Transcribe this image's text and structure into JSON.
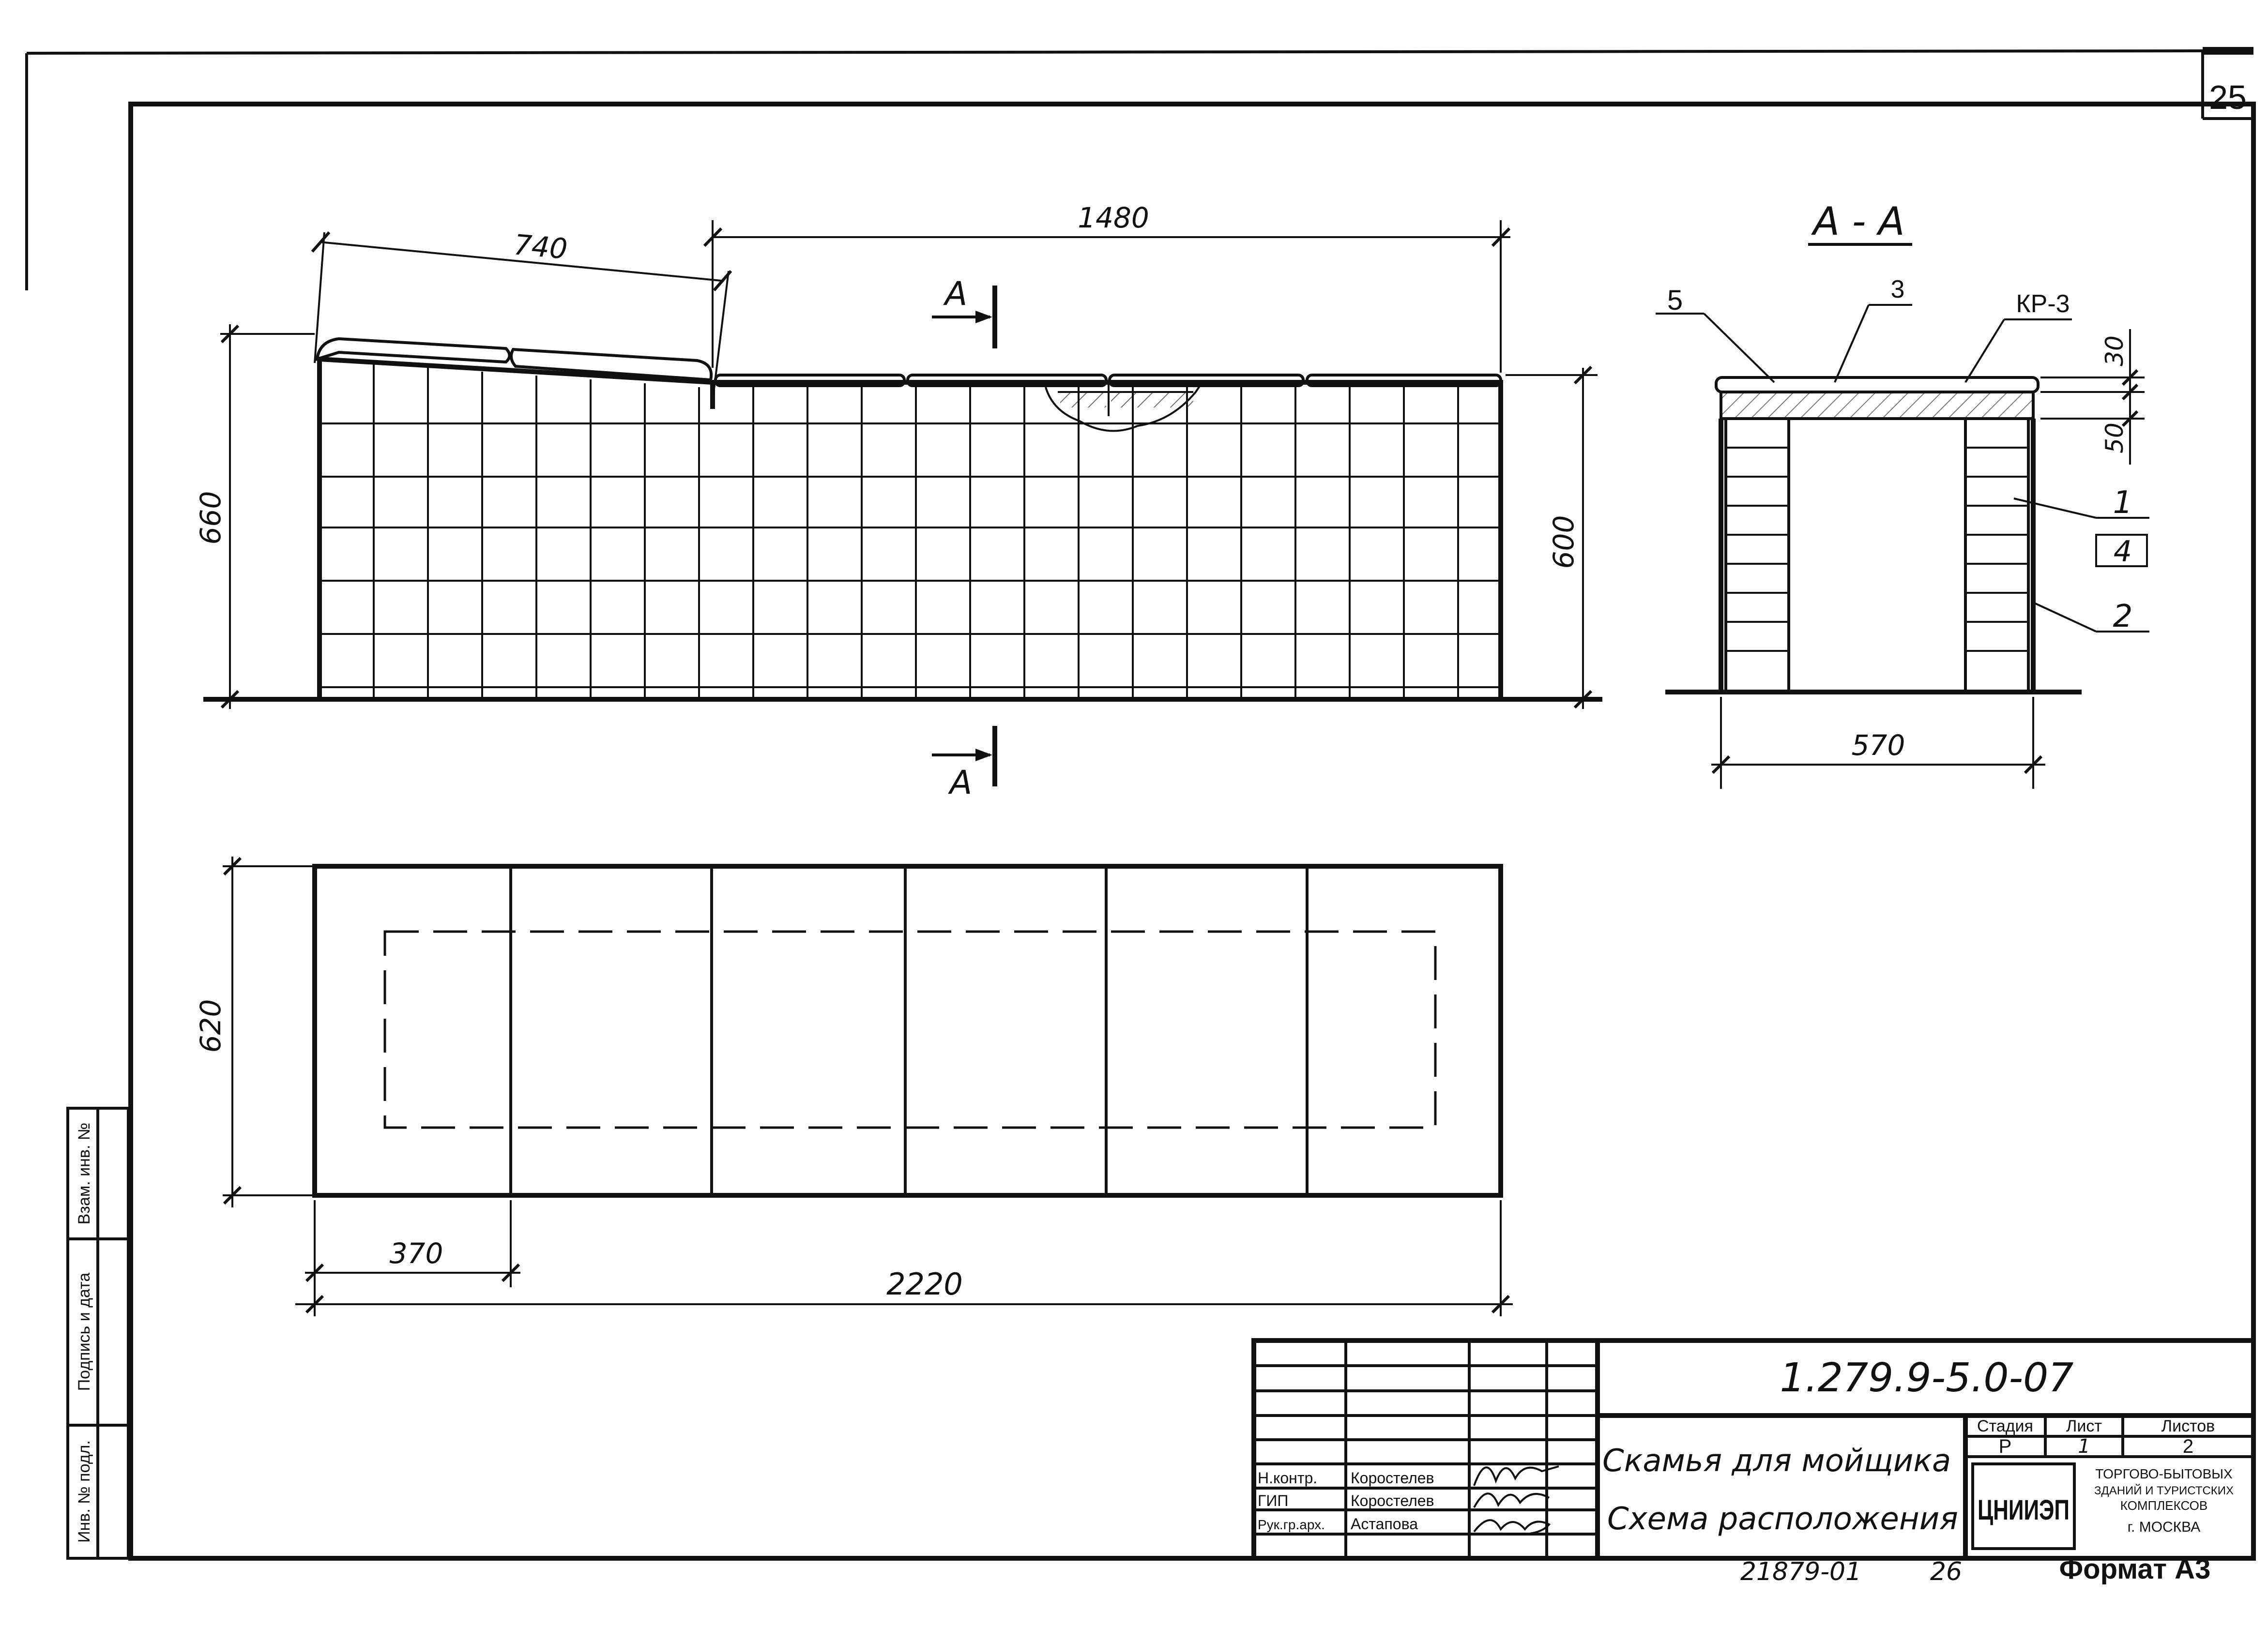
{
  "sheet": {
    "page_number": "25",
    "format_label": "Формат А3",
    "archive_number": "21879-01",
    "archive_page": "26"
  },
  "elevation": {
    "dims": {
      "sloped_length": "740",
      "flat_length": "1480",
      "height_left": "660",
      "height_right": "600"
    },
    "section_marks": {
      "top": "А",
      "bottom": "А"
    }
  },
  "section": {
    "title": "А - А",
    "labels": {
      "pos5": "5",
      "pos3": "3",
      "kr3": "КР-3",
      "dim30": "30",
      "dim50": "50",
      "pos1": "1",
      "pos4": "4",
      "pos2": "2",
      "width": "570"
    }
  },
  "plan": {
    "dims": {
      "depth": "620",
      "segment": "370",
      "total": "2220"
    }
  },
  "side_stamp": {
    "cells": [
      "Инв. № подл.",
      "Подпись и дата",
      "Взам. инв. №"
    ]
  },
  "title_block": {
    "code": "1.279.9-5.0-07",
    "object_name": "Скамья для мойщика",
    "sheet_name": "Схема расположения",
    "header": {
      "stage": "Стадия",
      "sheet": "Лист",
      "sheets": "Листов"
    },
    "values": {
      "stage": "Р",
      "sheet": "1",
      "sheets": "2"
    },
    "org_logo": "ЦНИИЭП",
    "org_name_lines": [
      "ТОРГОВО-БЫТОВЫХ",
      "ЗДАНИЙ И ТУРИСТСКИХ",
      "КОМПЛЕКСОВ",
      "г. МОСКВА"
    ],
    "roles": [
      {
        "role": "Н.контр.",
        "name": "Коростелев"
      },
      {
        "role": "ГИП",
        "name": "Коростелев"
      },
      {
        "role": "Рук.гр.арх.",
        "name": "Астапова"
      }
    ]
  }
}
